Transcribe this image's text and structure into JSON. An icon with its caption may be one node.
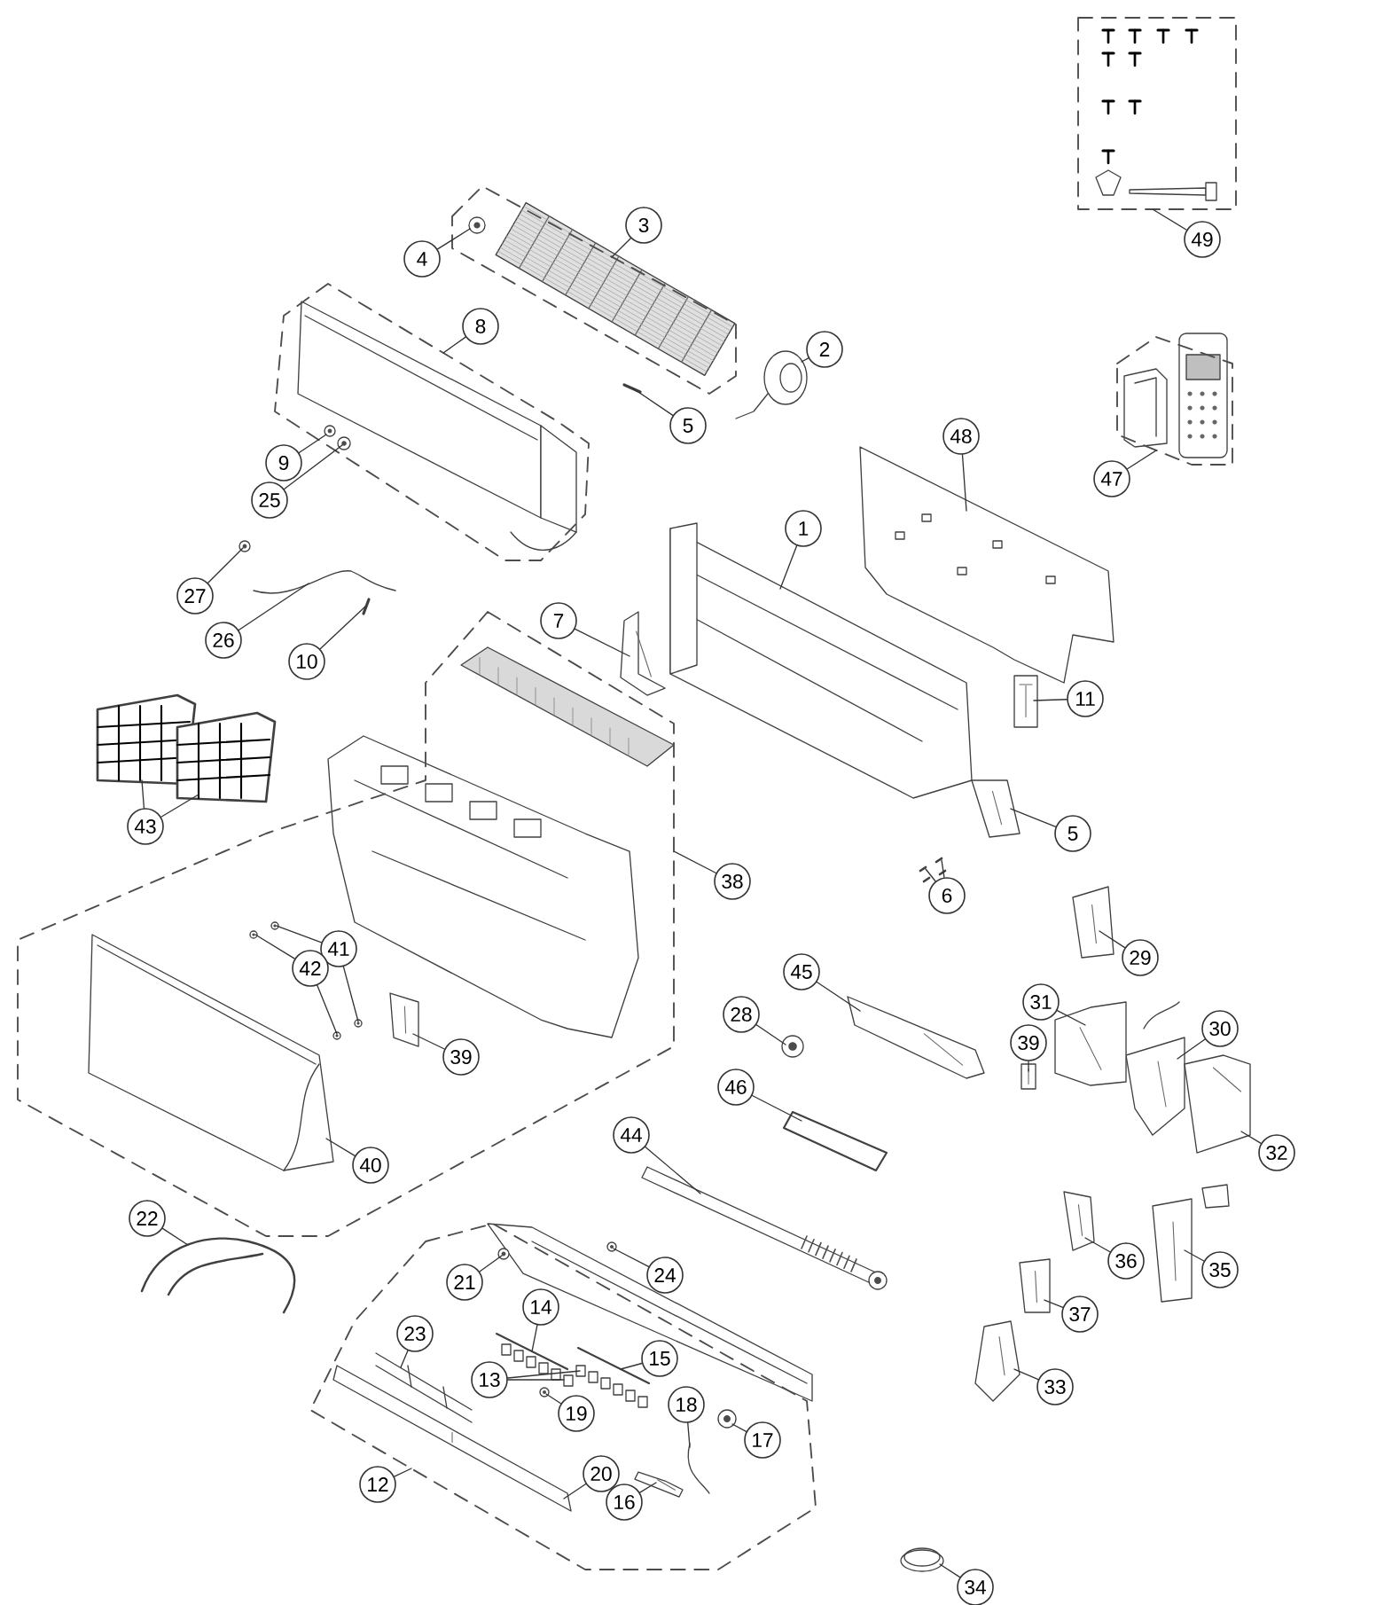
{
  "diagram": {
    "nodes": [
      {
        "text": [],
        "shape": "box"
      },
      {
        "text": [],
        "shape": "box"
      },
      {
        "text": [],
        "shape": "box"
      },
      {
        "text": [],
        "shape": "box"
      },
      {
        "text": [],
        "shape": "box"
      },
      {
        "text": [],
        "shape": "box"
      },
      {
        "text": [
          "1"
        ]
      },
      {
        "text": [
          "2"
        ]
      },
      {
        "text": [
          "3"
        ]
      },
      {
        "text": [
          "4"
        ]
      },
      {
        "text": [
          "5"
        ]
      },
      {
        "text": [
          "5"
        ]
      },
      {
        "text": [
          "6"
        ]
      },
      {
        "text": [
          "7"
        ]
      },
      {
        "text": [
          "8"
        ]
      },
      {
        "text": [
          "9"
        ]
      },
      {
        "text": [
          "10"
        ]
      },
      {
        "text": [
          "11"
        ]
      },
      {
        "text": [
          "12"
        ]
      },
      {
        "text": [
          "13"
        ],
        "in": 5
      },
      {
        "text": [
          "14"
        ],
        "in": 5
      },
      {
        "text": [
          "15"
        ],
        "in": 5
      },
      {
        "text": [
          "16"
        ],
        "in": 5
      },
      {
        "text": [
          "17"
        ],
        "in": 5
      },
      {
        "text": [
          "18"
        ],
        "in": 5
      },
      {
        "text": [
          "19"
        ],
        "in": 5
      },
      {
        "text": [
          "20"
        ],
        "in": 5
      },
      {
        "text": [
          "21"
        ],
        "in": 5
      },
      {
        "text": [
          "22"
        ]
      },
      {
        "text": [
          "23"
        ],
        "in": 5
      },
      {
        "text": [
          "24"
        ],
        "in": 5
      },
      {
        "text": [
          "25"
        ]
      },
      {
        "text": [
          "26"
        ]
      },
      {
        "text": [
          "27"
        ]
      },
      {
        "text": [
          "28"
        ]
      },
      {
        "text": [
          "29"
        ]
      },
      {
        "text": [
          "30"
        ]
      },
      {
        "text": [
          "31"
        ]
      },
      {
        "text": [
          "32"
        ]
      },
      {
        "text": [
          "33"
        ]
      },
      {
        "text": [
          "34"
        ]
      },
      {
        "text": [
          "35"
        ]
      },
      {
        "text": [
          "36"
        ]
      },
      {
        "text": [
          "37"
        ]
      },
      {
        "text": [
          "38"
        ]
      },
      {
        "text": [
          "39"
        ],
        "in": 4
      },
      {
        "text": [
          "39"
        ]
      },
      {
        "text": [
          "40"
        ],
        "in": 4
      },
      {
        "text": [
          "41"
        ],
        "in": 4
      },
      {
        "text": [
          "42"
        ],
        "in": 4
      },
      {
        "text": [
          "43"
        ]
      },
      {
        "text": [
          "44"
        ]
      },
      {
        "text": [
          "45"
        ]
      },
      {
        "text": [
          "46"
        ]
      },
      {
        "text": [
          "47"
        ]
      },
      {
        "text": [
          "48"
        ]
      },
      {
        "text": [
          "49"
        ]
      },
      {
        "text": [],
        "shape": "picture"
      },
      {
        "text": [],
        "shape": "picture"
      },
      {
        "text": [],
        "shape": "picture",
        "in": 2
      },
      {
        "text": [],
        "shape": "picture"
      },
      {
        "text": [],
        "shape": "picture"
      },
      {
        "text": [],
        "shape": "picture"
      },
      {
        "text": [],
        "shape": "picture"
      },
      {
        "text": [],
        "shape": "picture",
        "in": 3
      },
      {
        "text": [],
        "shape": "picture"
      },
      {
        "text": [],
        "shape": "picture"
      },
      {
        "text": [],
        "shape": "picture",
        "in": 5
      },
      {
        "text": [],
        "shape": "picture",
        "in": 5
      },
      {
        "text": [],
        "shape": "picture",
        "in": 5
      },
      {
        "text": [],
        "shape": "picture",
        "in": 5
      },
      {
        "text": [],
        "shape": "picture",
        "in": 5
      },
      {
        "text": [],
        "shape": "picture",
        "in": 5
      },
      {
        "text": [],
        "shape": "picture",
        "in": 5
      },
      {
        "text": [],
        "shape": "picture",
        "in": 5
      },
      {
        "text": [],
        "shape": "picture",
        "in": 5
      },
      {
        "text": [],
        "shape": "picture",
        "in": 5
      },
      {
        "text": [],
        "shape": "picture"
      },
      {
        "text": [],
        "shape": "picture",
        "in": 5
      },
      {
        "text": [],
        "shape": "picture",
        "in": 5
      },
      {
        "text": [],
        "shape": "picture",
        "in": 3
      },
      {
        "text": [],
        "shape": "picture"
      },
      {
        "text": [],
        "shape": "picture"
      },
      {
        "text": [],
        "shape": "picture"
      },
      {
        "text": [],
        "shape": "picture"
      },
      {
        "text": [],
        "shape": "picture"
      },
      {
        "text": [],
        "shape": "picture"
      },
      {
        "text": [],
        "shape": "picture"
      },
      {
        "text": [],
        "shape": "picture"
      },
      {
        "text": [],
        "shape": "picture"
      },
      {
        "text": [],
        "shape": "picture"
      },
      {
        "text": [],
        "shape": "picture"
      },
      {
        "text": [],
        "shape": "picture"
      },
      {
        "text": [],
        "shape": "picture",
        "in": 4
      },
      {
        "text": [],
        "shape": "picture"
      },
      {
        "text": [],
        "shape": "picture",
        "in": 4
      },
      {
        "text": [],
        "shape": "picture",
        "in": 4
      },
      {
        "text": [],
        "shape": "picture",
        "in": 4
      },
      {
        "text": [],
        "shape": "picture",
        "in": 4
      },
      {
        "text": [],
        "shape": "picture",
        "in": 4
      },
      {
        "text": [],
        "shape": "picture"
      },
      {
        "text": [],
        "shape": "picture"
      },
      {
        "text": [],
        "shape": "picture"
      },
      {
        "text": [],
        "shape": "picture"
      },
      {
        "text": [],
        "shape": "picture"
      },
      {
        "text": [],
        "shape": "picture"
      }
    ],
    "edges": [
      {
        "from": 6,
        "to": 57,
        "arrow": "none"
      },
      {
        "from": 7,
        "to": 58,
        "arrow": "none"
      },
      {
        "from": 8,
        "to": 2,
        "arrow": "none"
      },
      {
        "from": 9,
        "to": 59,
        "arrow": "none"
      },
      {
        "from": 10,
        "to": 60,
        "arrow": "none"
      },
      {
        "from": 11,
        "to": 61,
        "arrow": "none"
      },
      {
        "from": 12,
        "to": 62,
        "arrow": "none"
      },
      {
        "from": 12,
        "to": 62,
        "arrow": "none"
      },
      {
        "from": 13,
        "to": 63,
        "arrow": "none"
      },
      {
        "from": 14,
        "to": 3,
        "arrow": "none"
      },
      {
        "from": 15,
        "to": 64,
        "arrow": "none"
      },
      {
        "from": 16,
        "to": 65,
        "arrow": "none"
      },
      {
        "from": 17,
        "to": 66,
        "arrow": "none"
      },
      {
        "from": 18,
        "to": 5,
        "arrow": "none"
      },
      {
        "from": 19,
        "to": 67,
        "arrow": "none"
      },
      {
        "from": 19,
        "to": 68,
        "arrow": "none"
      },
      {
        "from": 20,
        "to": 69,
        "arrow": "none"
      },
      {
        "from": 21,
        "to": 70,
        "arrow": "none"
      },
      {
        "from": 22,
        "to": 71,
        "arrow": "none"
      },
      {
        "from": 23,
        "to": 72,
        "arrow": "none"
      },
      {
        "from": 24,
        "to": 73,
        "arrow": "none"
      },
      {
        "from": 25,
        "to": 74,
        "arrow": "none"
      },
      {
        "from": 26,
        "to": 75,
        "arrow": "none"
      },
      {
        "from": 27,
        "to": 76,
        "arrow": "none"
      },
      {
        "from": 28,
        "to": 77,
        "arrow": "none"
      },
      {
        "from": 29,
        "to": 78,
        "arrow": "none"
      },
      {
        "from": 30,
        "to": 79,
        "arrow": "none"
      },
      {
        "from": 31,
        "to": 80,
        "arrow": "none"
      },
      {
        "from": 32,
        "to": 81,
        "arrow": "none"
      },
      {
        "from": 33,
        "to": 82,
        "arrow": "none"
      },
      {
        "from": 34,
        "to": 83,
        "arrow": "none"
      },
      {
        "from": 35,
        "to": 84,
        "arrow": "none"
      },
      {
        "from": 36,
        "to": 85,
        "arrow": "none"
      },
      {
        "from": 37,
        "to": 86,
        "arrow": "none"
      },
      {
        "from": 38,
        "to": 87,
        "arrow": "none"
      },
      {
        "from": 39,
        "to": 88,
        "arrow": "none"
      },
      {
        "from": 40,
        "to": 89,
        "arrow": "none"
      },
      {
        "from": 41,
        "to": 90,
        "arrow": "none"
      },
      {
        "from": 42,
        "to": 91,
        "arrow": "none"
      },
      {
        "from": 43,
        "to": 92,
        "arrow": "none"
      },
      {
        "from": 44,
        "to": 4,
        "arrow": "none"
      },
      {
        "from": 45,
        "to": 93,
        "arrow": "none"
      },
      {
        "from": 46,
        "to": 94,
        "arrow": "none"
      },
      {
        "from": 47,
        "to": 95,
        "arrow": "none"
      },
      {
        "from": 48,
        "to": 96,
        "arrow": "none"
      },
      {
        "from": 48,
        "to": 97,
        "arrow": "none"
      },
      {
        "from": 49,
        "to": 98,
        "arrow": "none"
      },
      {
        "from": 49,
        "to": 99,
        "arrow": "none"
      },
      {
        "from": 50,
        "to": 100,
        "arrow": "none"
      },
      {
        "from": 50,
        "to": 101,
        "arrow": "none"
      },
      {
        "from": 51,
        "to": 102,
        "arrow": "none"
      },
      {
        "from": 52,
        "to": 103,
        "arrow": "none"
      },
      {
        "from": 53,
        "to": 104,
        "arrow": "none"
      },
      {
        "from": 54,
        "to": 1,
        "arrow": "none"
      },
      {
        "from": 55,
        "to": 105,
        "arrow": "none"
      },
      {
        "from": 56,
        "to": 0,
        "arrow": "none"
      }
    ]
  }
}
